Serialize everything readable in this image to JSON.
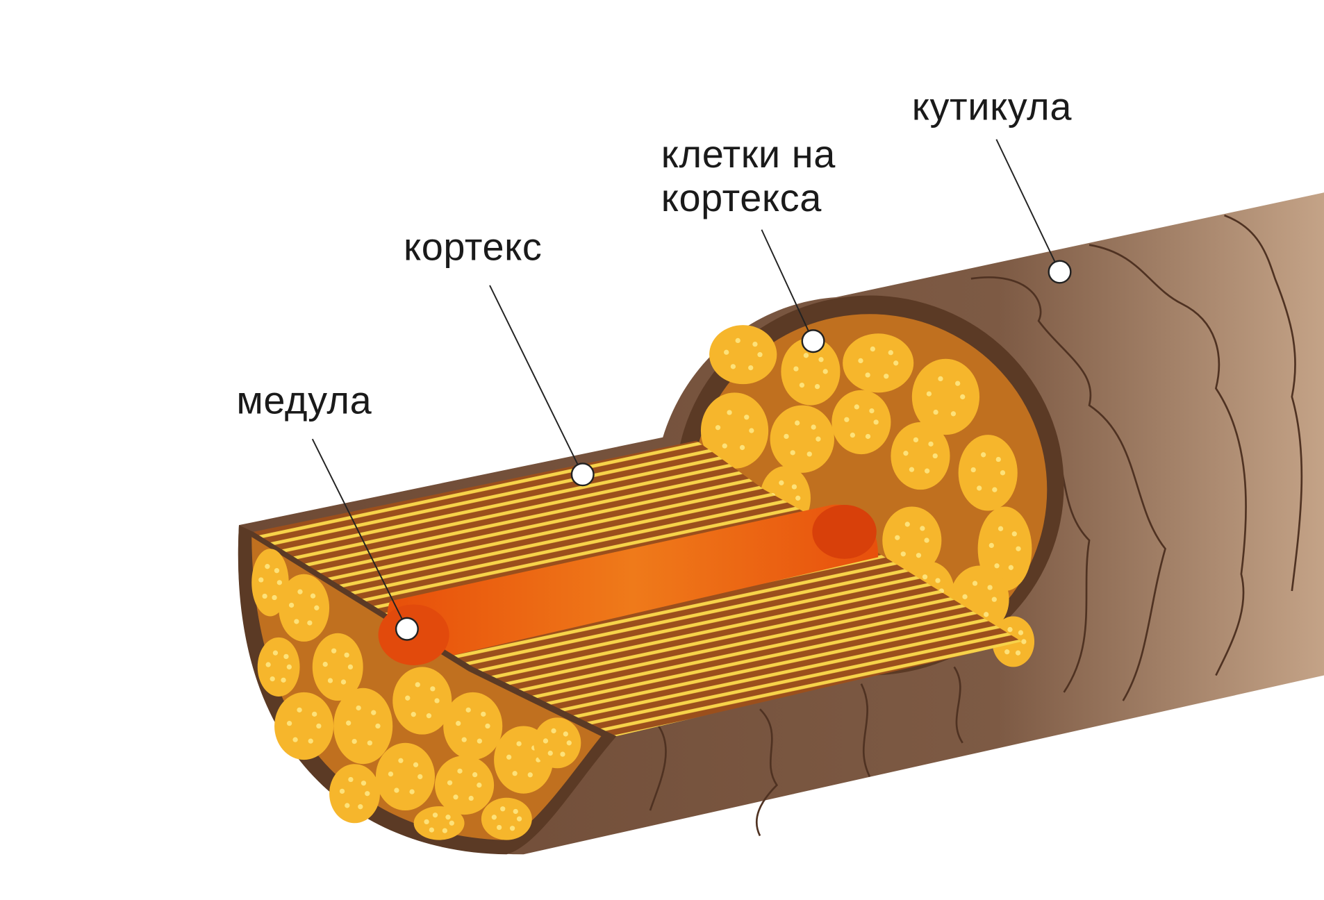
{
  "labels": {
    "cuticle": "кутикула",
    "cortex_cells_line1": "клетки на",
    "cortex_cells_line2": "кортекса",
    "cortex": "кортекс",
    "medulla": "медула"
  },
  "colors": {
    "cuticle_brown": "#7b5a44",
    "cuticle_light": "#c9a98d",
    "cortex_yellow": "#f6b62c",
    "cell_light": "#fbd15a",
    "cortex_dark": "#8a4a1e",
    "medulla_orange": "#ea5a0c"
  }
}
